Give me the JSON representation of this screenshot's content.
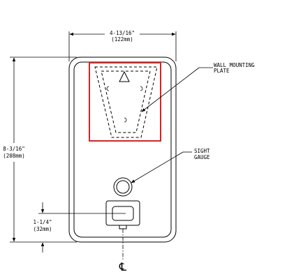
{
  "dimensions": {
    "width_label": "4-13/16\"",
    "width_metric": "(122mm)",
    "height_label": "8-3/16\"",
    "height_metric": "(208mm)",
    "offset_label": "1-1/4\"",
    "offset_metric": "(32mm)"
  },
  "callouts": {
    "wall_plate_line1": "WALL MOUNTING",
    "wall_plate_line2": "PLATE",
    "sight_gauge_line1": "SIGHT",
    "sight_gauge_line2": "GAUGE"
  },
  "centerline_symbol": "℄",
  "highlight_color": "#e02020"
}
